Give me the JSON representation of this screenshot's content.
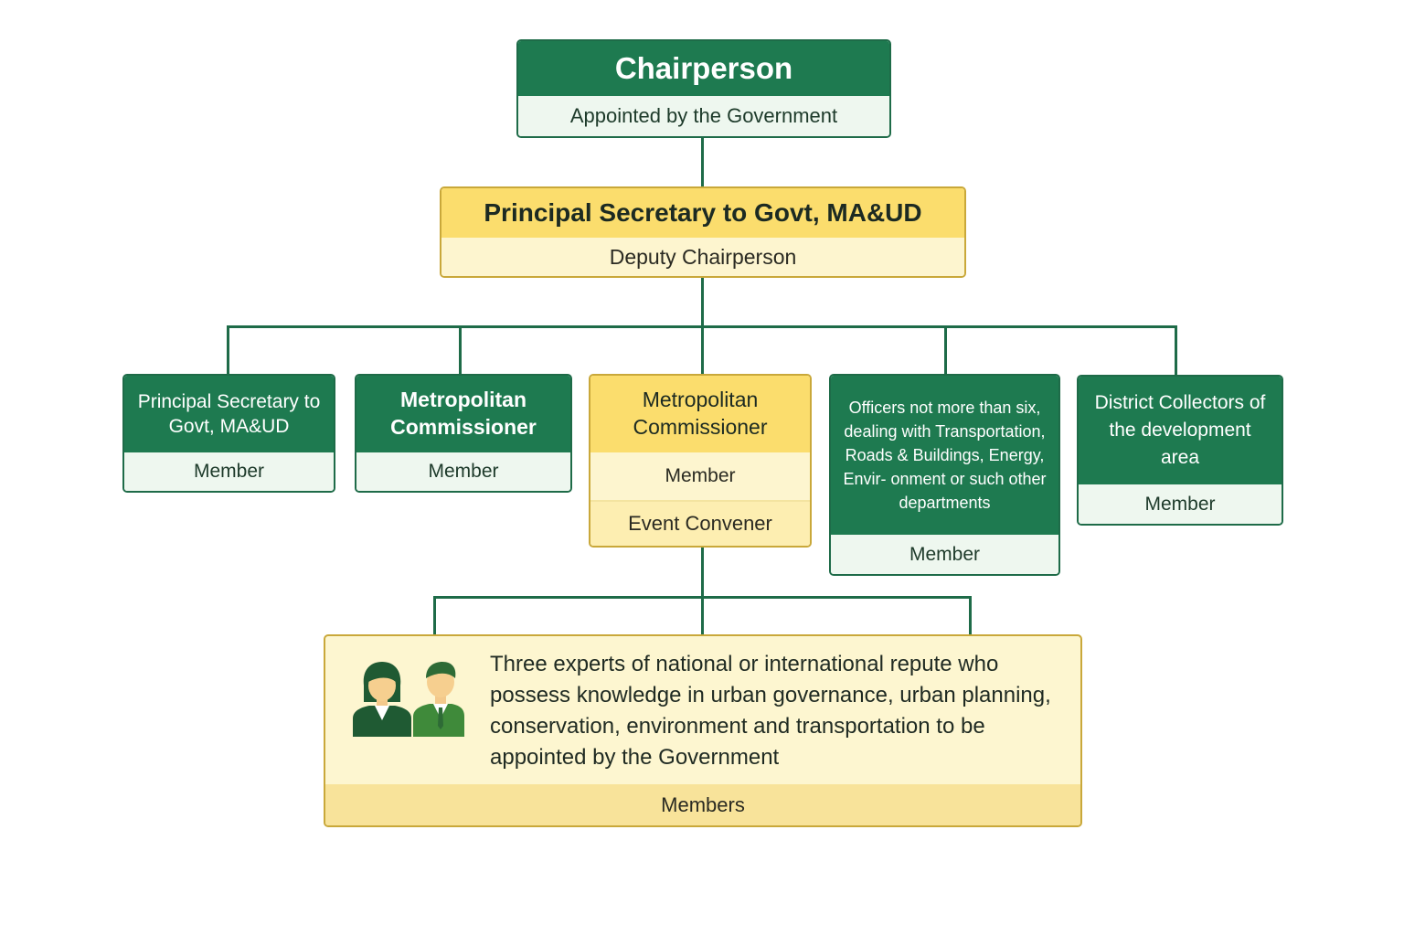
{
  "chairperson": {
    "title": "Chairperson",
    "subtitle": "Appointed by the Government"
  },
  "deputy": {
    "title": "Principal Secretary to Govt, MA&UD",
    "subtitle": "Deputy Chairperson"
  },
  "members": [
    {
      "title": "Principal Secretary to Govt, MA&UD",
      "role": "Member"
    },
    {
      "title": "Metropolitan Commissioner",
      "role": "Member"
    },
    {
      "title": "Metropolitan Commissioner",
      "role": "Member",
      "role2": "Event Convener"
    },
    {
      "title": "Officers not more than six, dealing with Transportation, Roads & Buildings, Energy, Envir- onment or such other departments",
      "role": "Member"
    },
    {
      "title": "District Collectors of the development area",
      "role": "Member"
    }
  ],
  "experts": {
    "text": "Three experts of national or international repute who possess knowledge in urban governance, urban planning, conservation, environment and transportation to be appointed by the Government",
    "role": "Members",
    "icon": "people-icon"
  },
  "colors": {
    "green": "#1e7a50",
    "green_light": "#eef7ef",
    "yellow": "#fbdd6d",
    "yellow_light": "#fdf5cf",
    "line": "#1e6b48"
  }
}
